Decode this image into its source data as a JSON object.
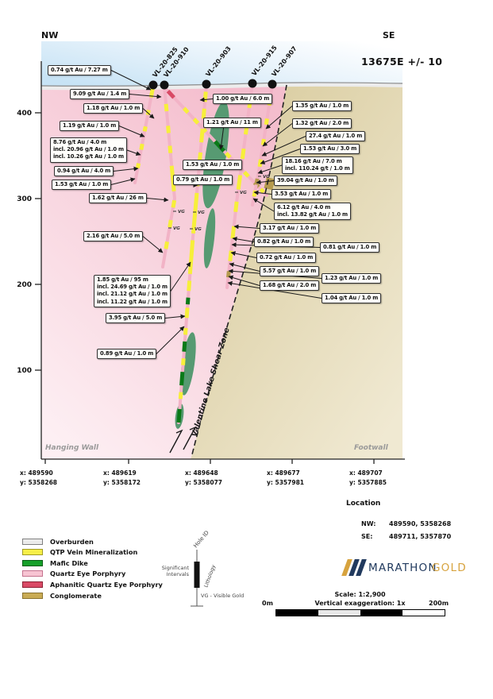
{
  "header": {
    "nw": "NW",
    "se": "SE",
    "section_label": "13675E +/- 10"
  },
  "axes": {
    "elevation_ticks": [
      "400",
      "300",
      "200",
      "100"
    ],
    "coordinates": [
      {
        "x": "x: 489590",
        "y": "y: 5358268"
      },
      {
        "x": "x: 489619",
        "y": "y: 5358172"
      },
      {
        "x": "x: 489648",
        "y": "y: 5358077"
      },
      {
        "x": "x: 489677",
        "y": "y: 5357981"
      },
      {
        "x": "x: 489707",
        "y": "y: 5357885"
      }
    ]
  },
  "drill_holes": {
    "labels": [
      "VL-20-825",
      "VL-20-910",
      "VL-20-903",
      "VL-20-915",
      "VL-20-907"
    ]
  },
  "callouts": [
    {
      "lines": [
        "0.74 g/t Au / 7.27 m"
      ]
    },
    {
      "lines": [
        "9.09 g/t Au / 1.4 m"
      ]
    },
    {
      "lines": [
        "1.18 g/t Au / 1.0 m"
      ]
    },
    {
      "lines": [
        "1.19 g/t Au / 1.0 m"
      ]
    },
    {
      "lines": [
        "8.76 g/t Au / 4.0 m",
        "incl. 20.96 g/t Au / 1.0 m",
        "incl. 10.26 g/t Au / 1.0 m"
      ]
    },
    {
      "lines": [
        "0.94 g/t Au / 4.0 m"
      ]
    },
    {
      "lines": [
        "1.53 g/t Au / 1.0 m"
      ]
    },
    {
      "lines": [
        "1.00 g/t Au / 6.0 m"
      ]
    },
    {
      "lines": [
        "1.21 g/t Au / 11 m"
      ]
    },
    {
      "lines": [
        "1.53 g/t Au / 1.0 m"
      ]
    },
    {
      "lines": [
        "0.79 g/t Au / 1.0 m"
      ]
    },
    {
      "lines": [
        "1.62 g/t Au / 26 m"
      ]
    },
    {
      "lines": [
        "2.16 g/t Au / 5.0 m"
      ]
    },
    {
      "lines": [
        "1.85 g/t Au / 95 m",
        "incl. 24.69 g/t Au / 1.0 m",
        "incl. 21.12 g/t Au / 1.0 m",
        "incl. 11.22 g/t Au / 1.0 m"
      ]
    },
    {
      "lines": [
        "3.95 g/t Au / 5.0 m"
      ]
    },
    {
      "lines": [
        "0.89 g/t Au / 1.0 m"
      ]
    },
    {
      "lines": [
        "1.35 g/t Au / 1.0 m"
      ]
    },
    {
      "lines": [
        "1.32 g/t Au / 2.0 m"
      ]
    },
    {
      "lines": [
        "27.4 g/t Au / 1.0 m"
      ]
    },
    {
      "lines": [
        "1.53 g/t Au / 3.0 m"
      ]
    },
    {
      "lines": [
        "18.16 g/t Au / 7.0 m",
        "incl. 110.24 g/t / 1.0 m"
      ]
    },
    {
      "lines": [
        "39.04 g/t Au / 1.0 m"
      ]
    },
    {
      "lines": [
        "3.53 g/t Au / 1.0 m"
      ]
    },
    {
      "lines": [
        "6.12 g/t Au / 4.0 m",
        "incl. 13.82 g/t Au / 1.0 m"
      ]
    },
    {
      "lines": [
        "3.17 g/t Au / 1.0 m"
      ]
    },
    {
      "lines": [
        "0.82 g/t Au / 1.0 m"
      ]
    },
    {
      "lines": [
        "0.81 g/t Au / 1.0 m"
      ]
    },
    {
      "lines": [
        "0.72 g/t Au / 1.0 m"
      ]
    },
    {
      "lines": [
        "5.57 g/t Au / 1.0 m"
      ]
    },
    {
      "lines": [
        "1.23 g/t Au / 1.0 m"
      ]
    },
    {
      "lines": [
        "1.68 g/t Au / 2.0 m"
      ]
    },
    {
      "lines": [
        "1.04 g/t Au / 1.0 m"
      ]
    }
  ],
  "annotations": {
    "shear_zone": "Valentine Lake Shear Zone",
    "hanging_wall": "Hanging Wall",
    "footwall": "Footwall",
    "vg_mark": "VG"
  },
  "legend": {
    "items": [
      {
        "label": "Overburden",
        "color": "#ebebeb",
        "border": "#808080"
      },
      {
        "label": "QTP Vein Mineralization",
        "color": "#f6ef49",
        "border": "#a09a25"
      },
      {
        "label": "Mafic Dike",
        "color": "#16a02a",
        "border": "#0b5c18"
      },
      {
        "label": "Quartz Eye Porphyry",
        "color": "#f7c3d2",
        "border": "#c4728e"
      },
      {
        "label": "Aphanitic Quartz Eye Porphyry",
        "color": "#d94a66",
        "border": "#8c2134"
      },
      {
        "label": "Conglomerate",
        "color": "#c9ab54",
        "border": "#8a7331"
      }
    ],
    "hole_diagram": {
      "hole_id": "Hole ID",
      "significant_intervals_1": "Significant",
      "significant_intervals_2": "Intervals",
      "lithology": "Lithology",
      "vg_note": "VG - Visible Gold"
    }
  },
  "location": {
    "header": "Location",
    "rows": [
      {
        "label": "NW:",
        "value": "489590, 5358268"
      },
      {
        "label": "SE:",
        "value": "489711, 5357870"
      }
    ]
  },
  "logo": {
    "name": "MARATHON",
    "suffix": "GOLD",
    "navy": "#213a5e",
    "gold": "#d7a33e"
  },
  "scalebar": {
    "scale": "Scale: 1:2,900",
    "vertical_exaggeration": "Vertical exaggeration: 1x",
    "left": "0m",
    "right": "200m"
  }
}
